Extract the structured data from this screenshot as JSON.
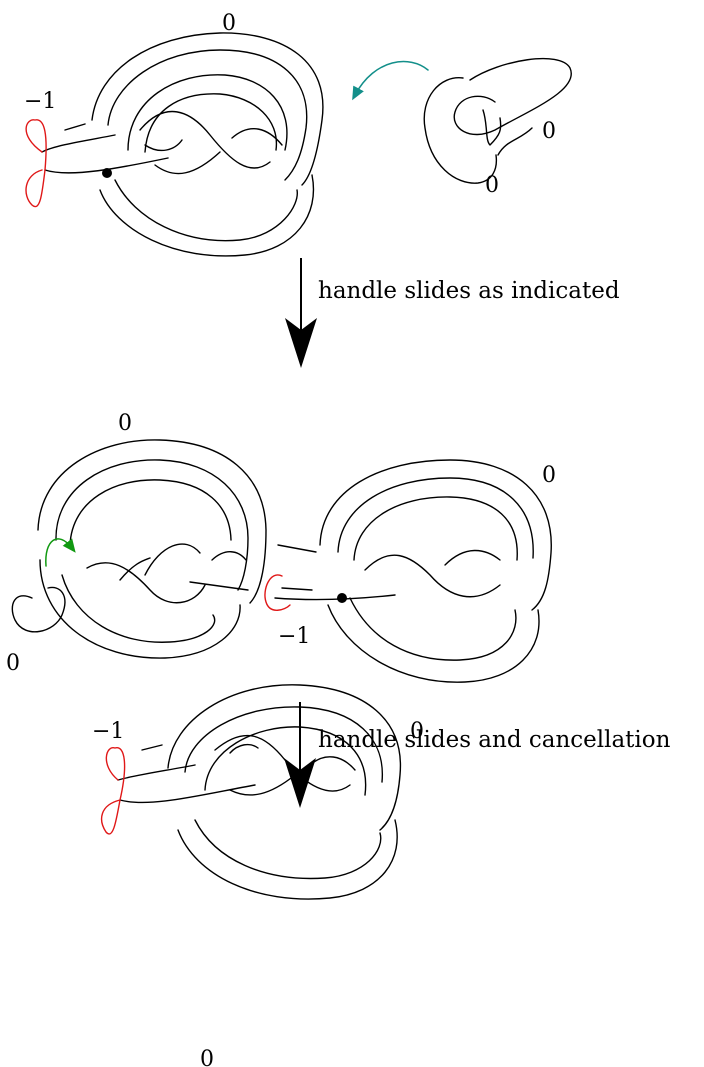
{
  "steps": [
    {
      "caption": "handle slides as indicated"
    },
    {
      "caption": "handle slides and cancellation"
    }
  ],
  "diagram1": {
    "framing_top": "0",
    "framing_left": "−1",
    "unknot_a": "0",
    "unknot_b": "0"
  },
  "diagram2": {
    "framing_left_top": "0",
    "framing_right_top": "0",
    "framing_left_bottom": "0",
    "framing_middle": "−1"
  },
  "diagram3": {
    "framing_left": "−1",
    "framing_right": "0",
    "framing_bottom": "0"
  },
  "colors": {
    "strand": "#000000",
    "meridian": "#e01818",
    "slide_arrow_1": "#138f8a",
    "slide_arrow_2": "#119911"
  }
}
